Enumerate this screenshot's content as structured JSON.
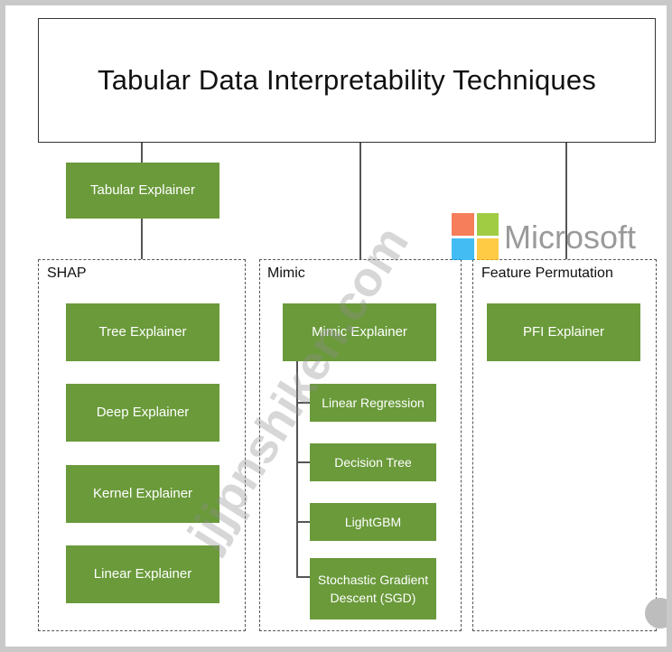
{
  "diagram": {
    "title": "Tabular Data Interpretability Techniques",
    "tabular_explainer": "Tabular Explainer",
    "groups": {
      "shap": {
        "label": "SHAP",
        "items": [
          "Tree Explainer",
          "Deep Explainer",
          "Kernel Explainer",
          "Linear Explainer"
        ]
      },
      "mimic": {
        "label": "Mimic",
        "explainer": "Mimic Explainer",
        "models": [
          "Linear Regression",
          "Decision Tree",
          "LightGBM",
          "Stochastic Gradient Descent (SGD)"
        ]
      },
      "feature_permutation": {
        "label": "Feature Permutation",
        "items": [
          "PFI Explainer"
        ]
      }
    },
    "colors": {
      "box_fill": "#6a9a3a",
      "box_text": "#ffffff",
      "border": "#555555"
    }
  },
  "watermark": {
    "site": "jjjpnshiken.com",
    "brand": "Microsoft",
    "logo_colors": [
      "#f35325",
      "#81bc06",
      "#05a6f0",
      "#ffba08"
    ]
  }
}
